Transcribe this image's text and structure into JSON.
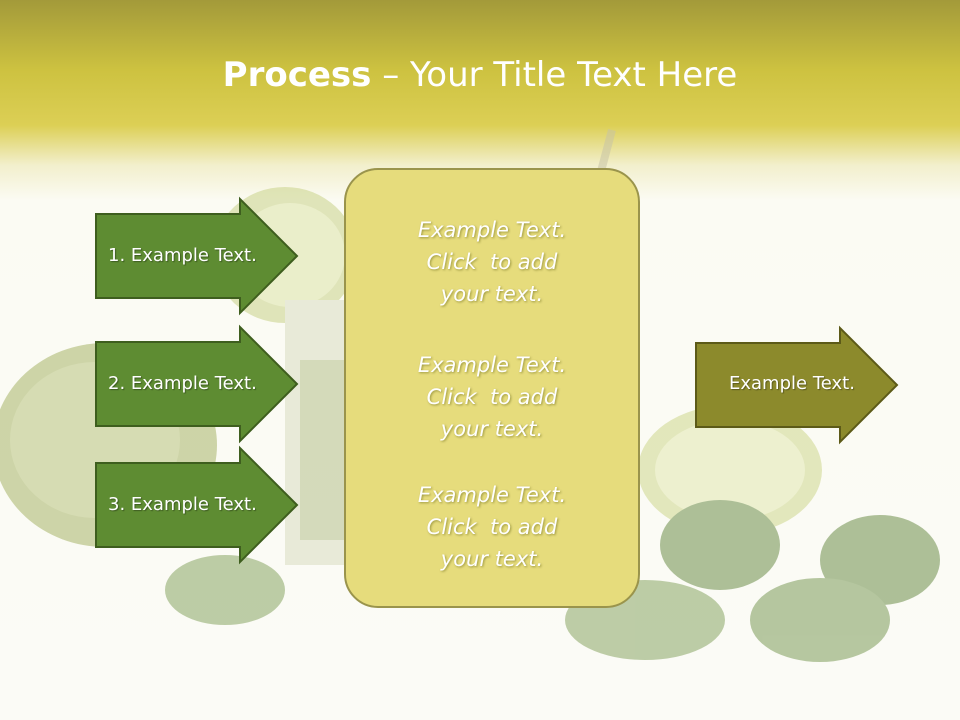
{
  "title": {
    "bold": "Process",
    "separator": " – ",
    "rest": "Your Title Text Here"
  },
  "left_arrows": [
    {
      "label": "1. Example Text."
    },
    {
      "label": "2. Example Text."
    },
    {
      "label": "3. Example Text."
    }
  ],
  "center_box": {
    "items": [
      {
        "line1": "Example Text.",
        "line2": "Click  to add",
        "line3": "your text."
      },
      {
        "line1": "Example Text.",
        "line2": "Click  to add",
        "line3": "your text."
      },
      {
        "line1": "Example Text.",
        "line2": "Click  to add",
        "line3": "your text."
      }
    ]
  },
  "right_arrow": {
    "label": "Example Text."
  },
  "colors": {
    "left_arrow_fill": "#5e8c32",
    "right_arrow_fill": "#8c8a2c",
    "center_box_fill": "#e6dc7c",
    "header_accent": "#d6cb4a"
  }
}
